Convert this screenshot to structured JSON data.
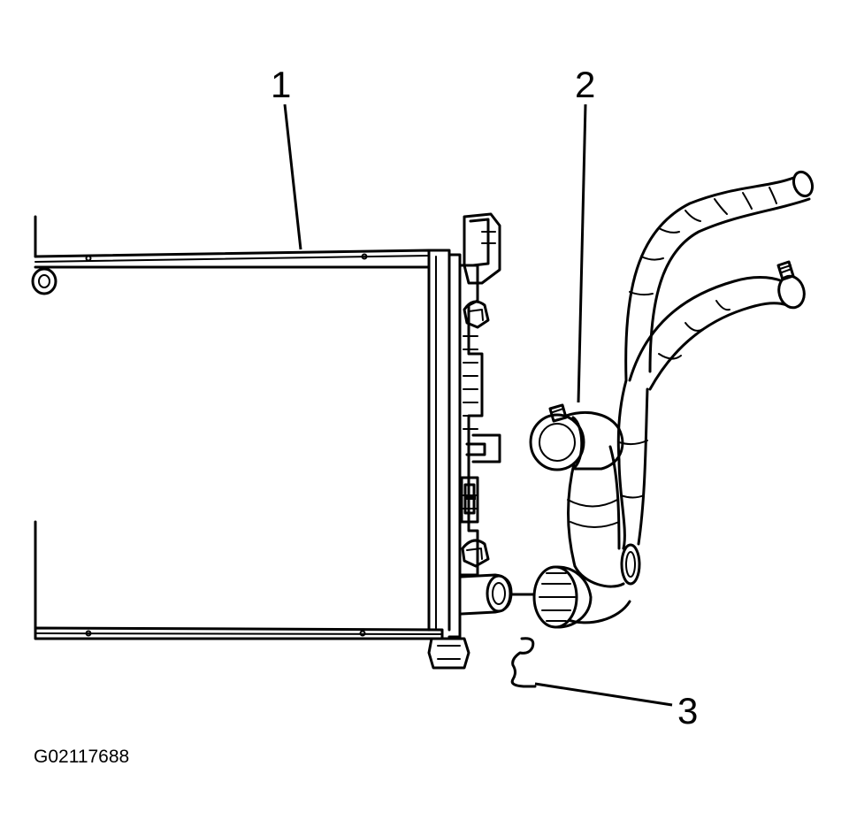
{
  "callouts": {
    "one": "1",
    "two": "2",
    "three": "3"
  },
  "figure_id": "G02117688",
  "colors": {
    "ink": "#000000",
    "paper": "#ffffff"
  },
  "icons": {
    "radiator": "radiator-icon",
    "hose": "radiator-hose-icon",
    "clip": "hose-clip-icon"
  }
}
